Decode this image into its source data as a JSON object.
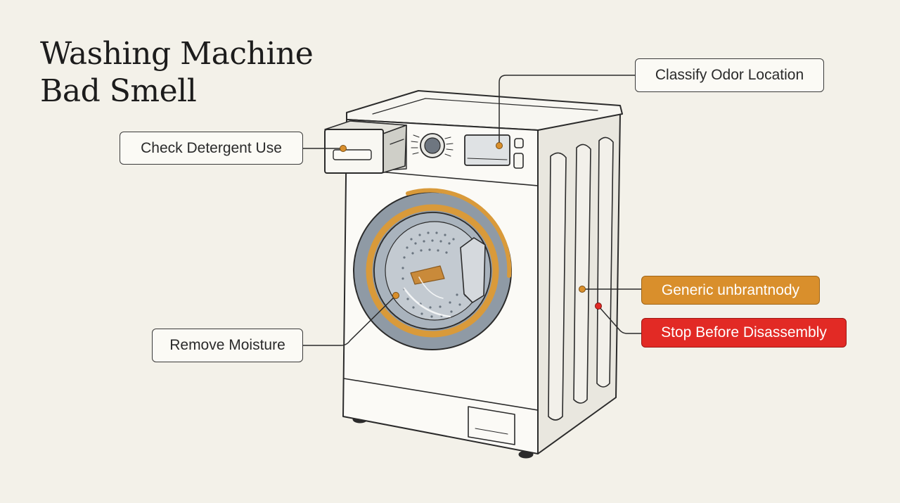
{
  "title": {
    "line1": "Washing Machine",
    "line2": "Bad Smell"
  },
  "callouts": {
    "classify": "Classify Odor Location",
    "detergent": "Check Detergent Use",
    "moisture": "Remove Moisture",
    "generic": "Generic unbrantnody",
    "stop": "Stop Before Disassembly"
  },
  "colors": {
    "background": "#f3f1e9",
    "accent_orange": "#d98f2c",
    "alert_red": "#e22a25",
    "drum_gray": "#8f9aa5",
    "outline": "#2b2b2b"
  }
}
